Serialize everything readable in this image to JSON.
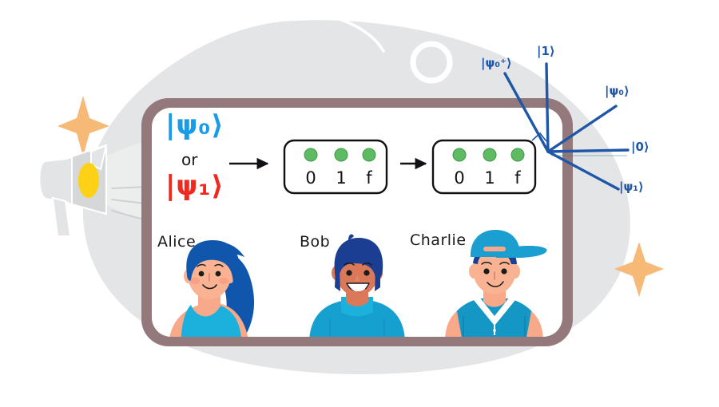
{
  "scene": {
    "title": "Quantum state discrimination illustration",
    "background_color": "#ffffff",
    "blob_color": "#e4e5e7",
    "frame_border_color": "#93787c",
    "screen_color": "#ffffff"
  },
  "colors": {
    "ket_blue": "#189ce8",
    "ket_red": "#f0291f",
    "annotation_blue": "#1e56a8",
    "led_green": "#5fbb63",
    "sparkle": "#f6b976",
    "skin": "#f7a98a",
    "alice_hair": "#0f56ac",
    "bob_hair": "#1b3e92",
    "shirt_cyan": "#16a0cf",
    "alice_top": "#1cb0dc",
    "cap_blue": "#1a9fd0"
  },
  "input_states": {
    "state_a": "|ψ₀⟩",
    "connector": "or",
    "state_b": "|ψ₁⟩"
  },
  "arrows": {
    "arrow_1": "→",
    "arrow_2": "→"
  },
  "device_one": {
    "name": "measurement device",
    "leds": [
      "led-on",
      "led-on",
      "led-on"
    ],
    "labels": [
      "0",
      "1",
      "f"
    ]
  },
  "device_two": {
    "name": "measurement device",
    "leds": [
      "led-on",
      "led-on",
      "led-on"
    ],
    "labels": [
      "0",
      "1",
      "f"
    ]
  },
  "annotations": [
    {
      "id": "psi0plus",
      "label": "|ψ₀⁺⟩"
    },
    {
      "id": "one",
      "label": "|1⟩"
    },
    {
      "id": "psi0",
      "label": "|ψ₀⟩"
    },
    {
      "id": "zero",
      "label": "|0⟩"
    },
    {
      "id": "psi1",
      "label": "|ψ₁⟩"
    }
  ],
  "characters": [
    {
      "id": "alice",
      "name": "Alice"
    },
    {
      "id": "bob",
      "name": "Bob"
    },
    {
      "id": "charlie",
      "name": "Charlie"
    }
  ],
  "decorations": {
    "projector": "projector-icon",
    "sparkle_left": "sparkle-icon",
    "sparkle_right": "sparkle-icon",
    "ring": "ring-shape",
    "arc": "arc-stroke"
  }
}
